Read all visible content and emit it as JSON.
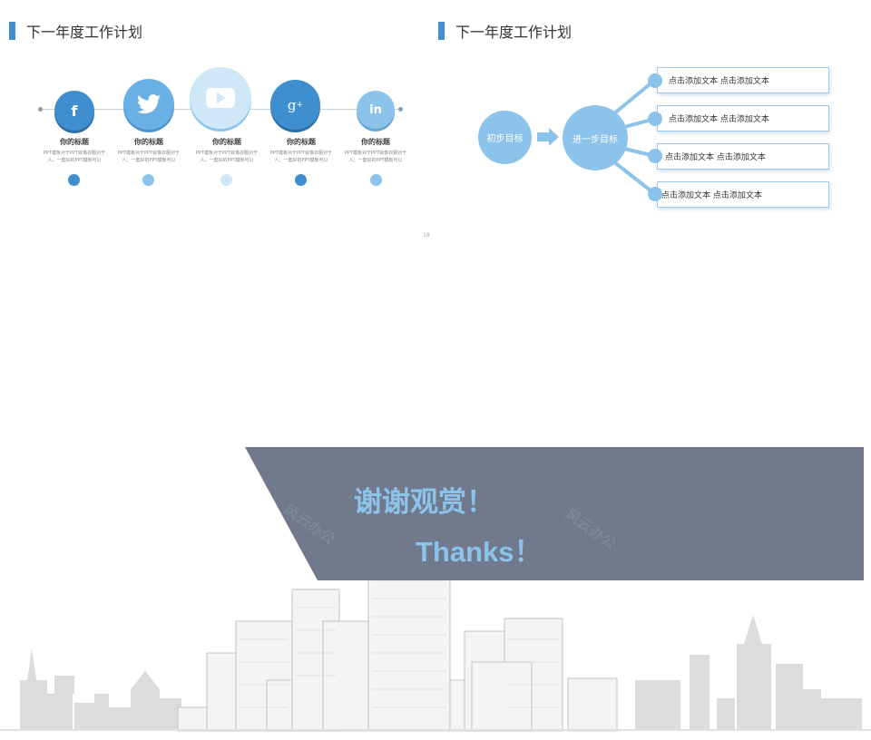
{
  "slide1": {
    "title": "下一年度工作计划",
    "items": [
      {
        "icon": "facebook-icon",
        "glyph": "f",
        "title": "你的标题",
        "desc": "PPT模板对于PPT就像衣服对于人，一套好的PPT模板可以"
      },
      {
        "icon": "twitter-icon",
        "glyph": "",
        "title": "你的标题",
        "desc": "PPT模板对于PPT就像衣服对于人，一套好的PPT模板可以"
      },
      {
        "icon": "youtube-icon",
        "glyph": "",
        "title": "你的标题",
        "desc": "PPT模板对于PPT就像衣服对于人，一套好的PPT模板可以"
      },
      {
        "icon": "google-plus-icon",
        "glyph": "g+",
        "title": "你的标题",
        "desc": "PPT模板对于PPT就像衣服对于人，一套好的PPT模板可以"
      },
      {
        "icon": "linkedin-icon",
        "glyph": "in",
        "title": "你的标题",
        "desc": "PPT模板对于PPT就像衣服对于人，一套好的PPT模板可以"
      }
    ],
    "page_number": "18"
  },
  "slide2": {
    "title": "下一年度工作计划",
    "initial_goal": "初步目标",
    "further_goal": "进一步目标",
    "boxes": [
      "点击添加文本 点击添加文本",
      "点击添加文本 点击添加文本",
      "点击添加文本 点击添加文本",
      "点击添加文本 点击添加文本"
    ]
  },
  "slide3": {
    "thanks_cn": "谢谢观赏！",
    "thanks_en": "Thanks！",
    "watermark": "风云办公"
  },
  "colors": {
    "accent_dark": "#3f8ecf",
    "accent_mid": "#69b0e4",
    "accent_light": "#8cc3ea",
    "accent_pale": "#cfe7f7",
    "banner": "#6b7587",
    "city": "#d9d9d9"
  }
}
